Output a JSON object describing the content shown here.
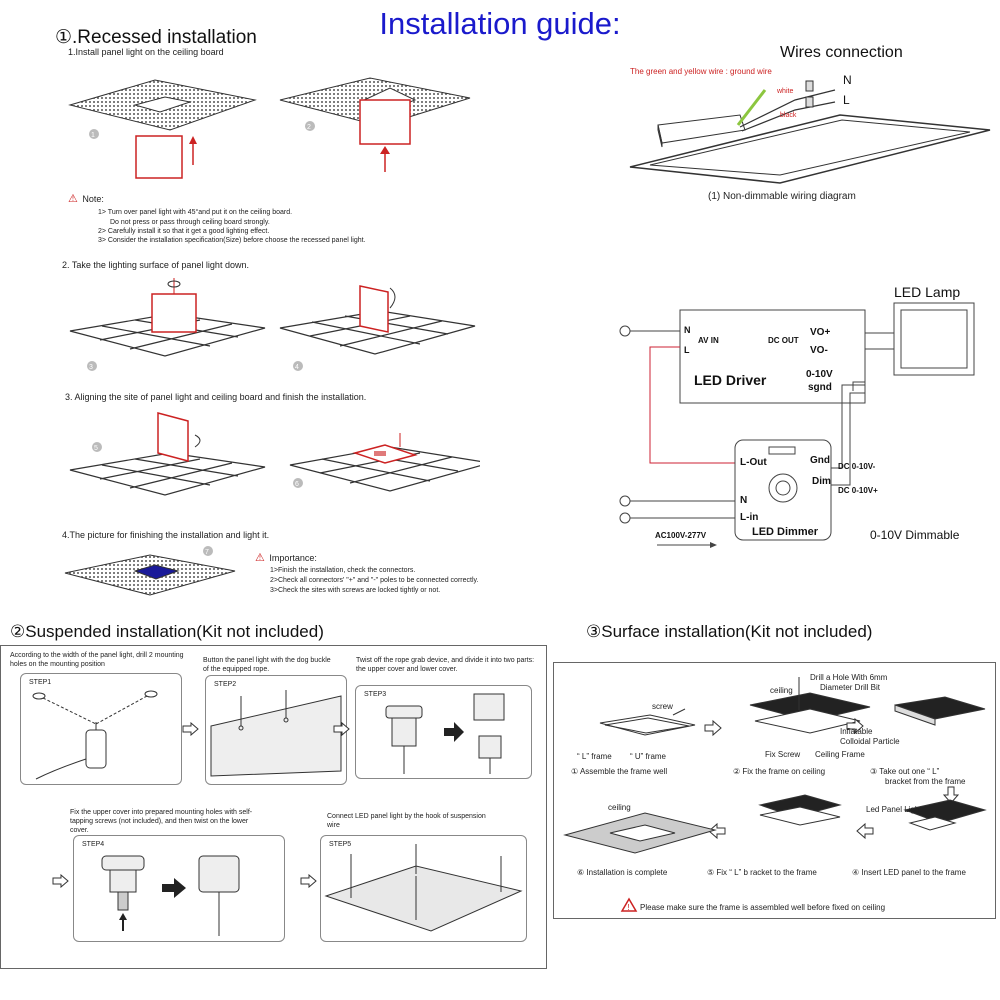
{
  "title": "Installation guide:",
  "recessed": {
    "heading": "①.Recessed installation",
    "step1": "1.Install panel light on the ceiling board",
    "note_label": "Note:",
    "notes": [
      "1> Turn over panel light with 45°and put it on the ceiling board.",
      "Do not press or pass through ceiling board strongly.",
      "2> Carefully install it so that it get a good lighting effect.",
      "3> Consider the installation specification(Size) before choose the recessed panel light."
    ],
    "step2": "2. Take the lighting surface of panel light down.",
    "step3": "3.  Aligning the site of panel light and ceiling board and finish the installation.",
    "step4": "4.The picture for finishing the installation and light it.",
    "importance_label": "Importance:",
    "importance": [
      "1>Finish the installation, check the connectors.",
      "2>Check all connectors' \"+\" and \"-\" poles to be connected correctly.",
      "3>Check the sites with screws are locked tightly or not."
    ],
    "nums": [
      "1",
      "2",
      "3",
      "4",
      "5",
      "6",
      "7"
    ]
  },
  "wires": {
    "heading": "Wires connection",
    "ground": "The green and yellow wire : ground wire",
    "N": "N",
    "L": "L",
    "white": "white",
    "black": "black",
    "caption": "(1) Non-dimmable wiring diagram"
  },
  "dim": {
    "led_lamp": "LED Lamp",
    "N": "N",
    "L": "L",
    "av_in": "AV  IN",
    "dc_out": "DC  OUT",
    "vo_plus": "VO+",
    "vo_minus": "VO-",
    "driver": "LED Driver",
    "v010": "0-10V",
    "sgnd": "sgnd",
    "l_out": "L-Out",
    "gnd": "Gnd",
    "dim": "Dim",
    "dc_minus": "DC 0-10V-",
    "dc_plus": "DC 0-10V+",
    "dimmer_N": "N",
    "l_in": "L-in",
    "dimmer": "LED Dimmer",
    "ac": "AC100V-277V",
    "label": "0-10V Dimmable"
  },
  "suspended": {
    "heading": "②Suspended installation(Kit not included)",
    "s1": "According to the width of the panel light, drill 2 mounting holes on the mounting position",
    "s2": "Button the panel light with the dog buckle of the equipped rope.",
    "s3": "Twist off the rope grab device, and divide it into two parts: the upper cover and lower cover.",
    "s4": "Fix the upper cover into prepared mounting holes with self-tapping screws (not included), and then twist on the lower cover.",
    "s5": "Connect LED panel light by the hook of suspension wire",
    "step1": "STEP1",
    "step2": "STEP2",
    "step3": "STEP3",
    "step4": "STEP4",
    "step5": "STEP5"
  },
  "surface": {
    "heading": "③Surface installation(Kit not included)",
    "screw": "screw",
    "l_frame": "“ L” frame",
    "u_frame": "“ U” frame",
    "ceiling": "ceiling",
    "drill": "Drill a Hole With 6mm",
    "drill2": "Diameter Drill Bit",
    "inflatable": "Inflatable",
    "colloidal": "Colloidal Particle",
    "fix_screw": "Fix Screw",
    "ceiling_frame": "Ceiling Frame",
    "c1": "① Assemble the frame well",
    "c2": "② Fix the frame on ceiling",
    "c3a": "③ Take out one “ L”",
    "c3b": "bracket from the frame",
    "led_panel": "Led Panel Light",
    "ceiling2": "ceiling",
    "c6": "⑥ Installation is complete",
    "c5": "⑤ Fix “ L” b  racket to the frame",
    "c4": "④ Insert LED panel to the frame",
    "warning": "Please make sure the frame is assembled well before fixed on ceiling"
  },
  "colors": {
    "accent": "#1a1acc",
    "red": "#cc2222",
    "wire_red": "#cc2233"
  }
}
